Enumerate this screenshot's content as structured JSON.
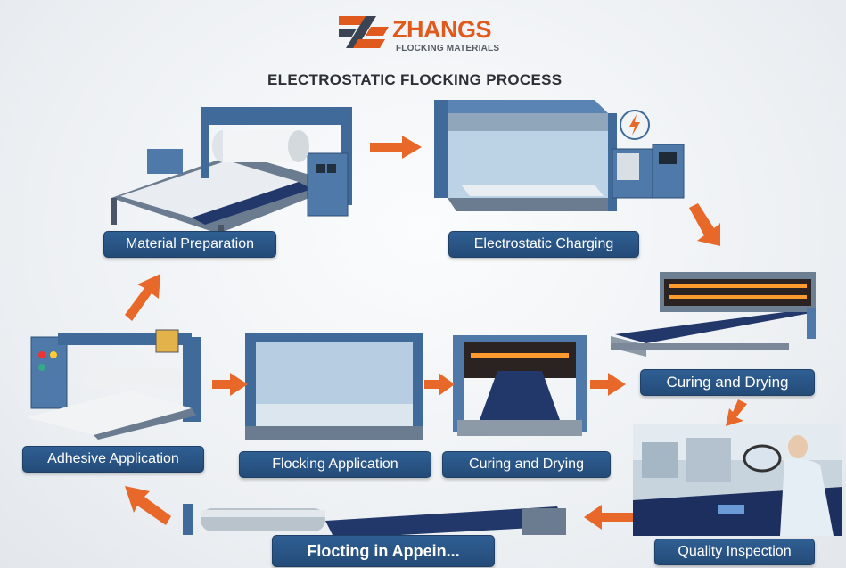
{
  "brand": {
    "name": "ZHANGS",
    "subtitle": "FLOCKING MATERIALS"
  },
  "title": "ELECTROSTATIC FLOCKING PROCESS",
  "steps": {
    "material_preparation": "Material Preparation",
    "electrostatic_charging": "Electrostatic Charging",
    "curing_drying_right": "Curing and Drying",
    "quality_inspection": "Quality Inspection",
    "flocting_appein": "Flocting in Appein...",
    "adhesive_application": "Adhesive Application",
    "flocking_application": "Flocking Application",
    "curing_drying_middle": "Curing and Drying"
  },
  "colors": {
    "accent_orange": "#e8682a",
    "label_blue": "#2a5687",
    "machine_steel": "#4f79a8",
    "fabric_navy": "#22386a"
  }
}
